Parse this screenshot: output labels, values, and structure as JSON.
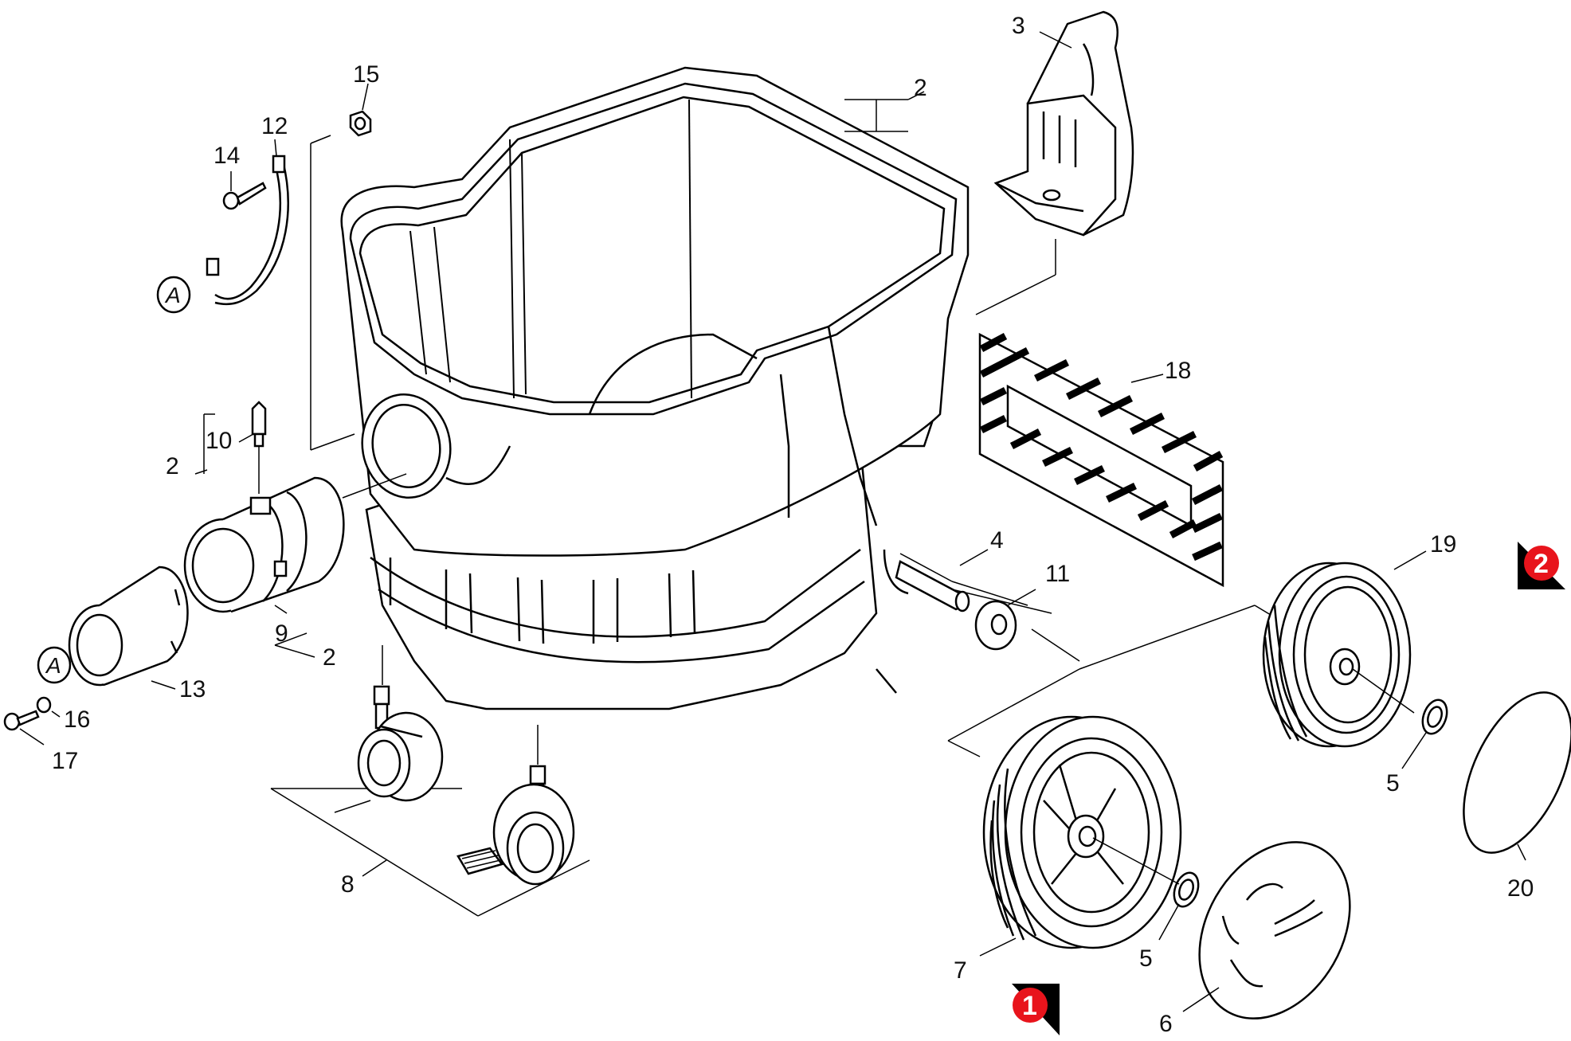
{
  "callouts": {
    "c2_top": "2",
    "c3": "3",
    "c15": "15",
    "c12": "12",
    "c14": "14",
    "c10": "10",
    "c2_left": "2",
    "c9": "9",
    "c2_low": "2",
    "c13": "13",
    "c16": "16",
    "c17": "17",
    "c18": "18",
    "c4": "4",
    "c11": "11",
    "c19": "19",
    "c5_right": "5",
    "c20": "20",
    "c8": "8",
    "c7": "7",
    "c5_low": "5",
    "c6": "6"
  },
  "markers": {
    "a_top": "A",
    "a_bottom": "A"
  },
  "badges": {
    "b1": "1",
    "b2": "2"
  },
  "colors": {
    "badge_red": "#e8141c",
    "stroke": "#000000"
  }
}
